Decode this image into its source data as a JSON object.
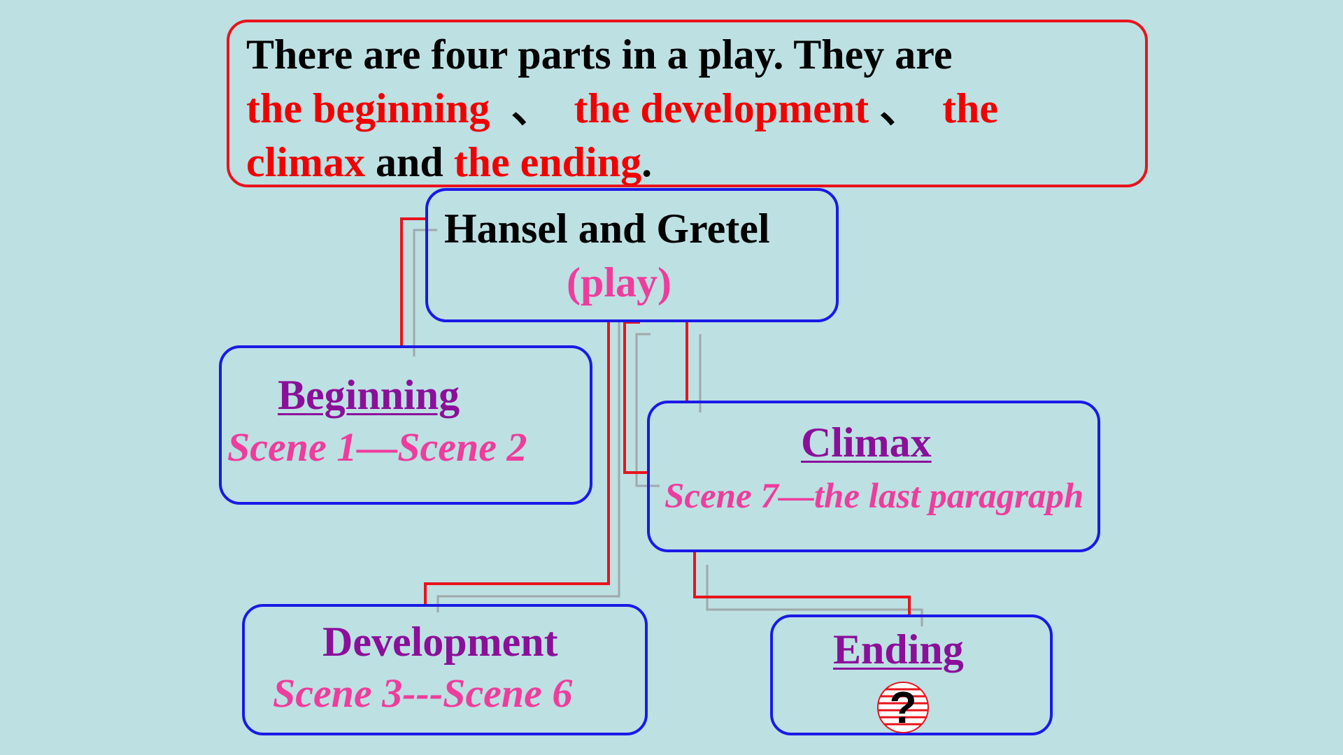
{
  "intro": {
    "line1": "There are four parts in a play. They are",
    "part1": "the beginning",
    "sep1": "、",
    "part2": "the development",
    "sep2": "、",
    "part3a": "the",
    "part3b": "climax",
    "and": "and",
    "part4": "the ending",
    "period": "."
  },
  "root": {
    "title": "Hansel and Gretel",
    "subtitle": "(play)"
  },
  "nodes": {
    "beginning": {
      "label": "Beginning",
      "range": "Scene 1—Scene 2"
    },
    "climax": {
      "label": "Climax",
      "range": "Scene 7—the last paragraph"
    },
    "development": {
      "label": "Development",
      "range": "Scene 3---Scene 6"
    },
    "ending": {
      "label": "Ending",
      "icon": "question-mark-icon"
    }
  },
  "colors": {
    "background": "#bde0e3",
    "intro_border": "#e8141e",
    "node_border": "#1a1ae6",
    "connector": "#e8141e",
    "connector_shadow": "#a0a8aa",
    "highlight": "#f00000",
    "label_purple": "#8b1099",
    "range_pink": "#ee3d9c"
  }
}
